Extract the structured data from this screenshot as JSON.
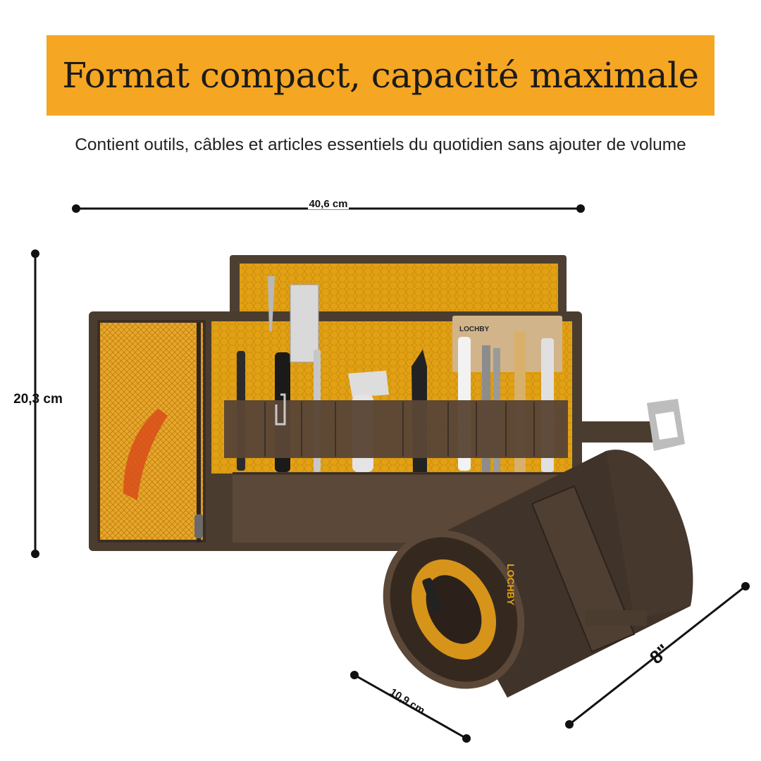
{
  "header": {
    "title": "Format compact, capacité maximale",
    "subtitle": "Contient outils, câbles et articles essentiels du quotidien sans ajouter de volume"
  },
  "dimensions": {
    "width_label": "40,6 cm",
    "height_label": "20,3 cm",
    "roll_diameter_label": "10,9 cm",
    "roll_length_label": "8\""
  },
  "product": {
    "brand_notebook": "LOCHBY",
    "brand_roll": "LOCHBY"
  },
  "colors": {
    "banner": "#f5a623",
    "canvas_brown": "#4a3d30",
    "lining_yellow": "#e2a114"
  }
}
